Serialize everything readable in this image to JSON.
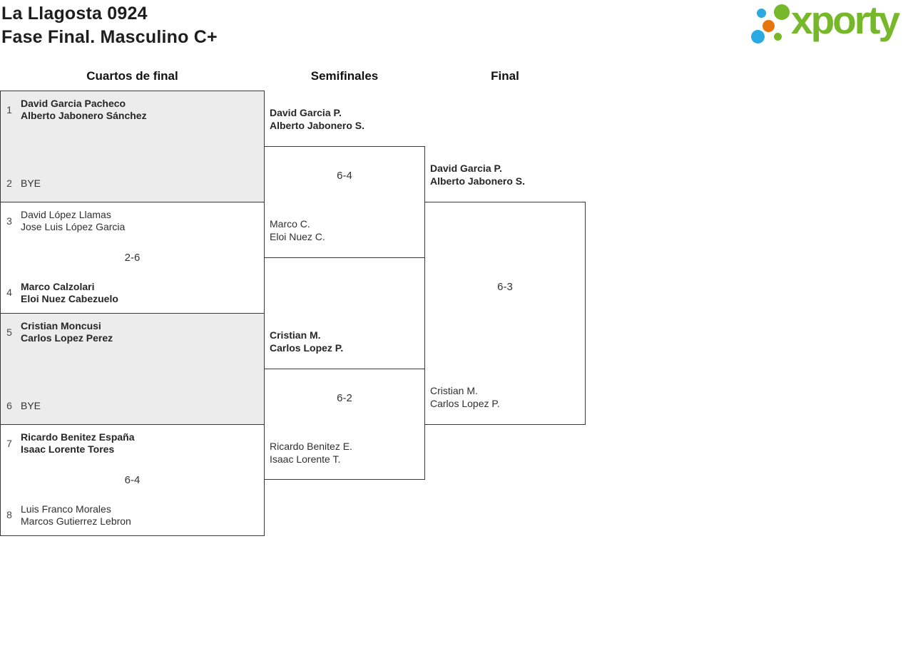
{
  "header": {
    "title_line1": "La Llagosta 0924",
    "title_line2": "Fase Final. Masculino C+",
    "logo_text": "xporty"
  },
  "colors": {
    "logo_green": "#76b82a",
    "logo_blue": "#29abe2",
    "logo_orange": "#e8740e",
    "box_shaded": "#ececec",
    "box_border": "#383838"
  },
  "columns": [
    {
      "label": "Cuartos de final"
    },
    {
      "label": "Semifinales"
    },
    {
      "label": "Final"
    }
  ],
  "qf": [
    {
      "top": {
        "seed": "1",
        "line1": "David Garcia Pacheco",
        "line2": "Alberto Jabonero Sánchez",
        "winner": true
      },
      "score": "",
      "bottom": {
        "seed": "2",
        "line1": "BYE",
        "line2": "",
        "winner": false
      }
    },
    {
      "top": {
        "seed": "3",
        "line1": "David López Llamas",
        "line2": "Jose Luis López Garcia",
        "winner": false
      },
      "score": "2-6",
      "bottom": {
        "seed": "4",
        "line1": "Marco Calzolari",
        "line2": "Eloi Nuez Cabezuelo",
        "winner": true
      }
    },
    {
      "top": {
        "seed": "5",
        "line1": "Cristian Moncusi",
        "line2": "Carlos Lopez Perez",
        "winner": true
      },
      "score": "",
      "bottom": {
        "seed": "6",
        "line1": "BYE",
        "line2": "",
        "winner": false
      }
    },
    {
      "top": {
        "seed": "7",
        "line1": "Ricardo Benitez España",
        "line2": "Isaac Lorente Tores",
        "winner": true
      },
      "score": "6-4",
      "bottom": {
        "seed": "8",
        "line1": "Luis Franco Morales",
        "line2": "Marcos Gutierrez Lebron",
        "winner": false
      }
    }
  ],
  "sf": [
    {
      "top": {
        "line1": "David Garcia P.",
        "line2": "Alberto Jabonero S.",
        "winner": true
      },
      "score": "6-4",
      "bottom": {
        "line1": "Marco C.",
        "line2": "Eloi Nuez C.",
        "winner": false
      }
    },
    {
      "top": {
        "line1": "Cristian M.",
        "line2": "Carlos Lopez P.",
        "winner": true
      },
      "score": "6-2",
      "bottom": {
        "line1": "Ricardo Benitez E.",
        "line2": "Isaac Lorente T.",
        "winner": false
      }
    }
  ],
  "final": {
    "top": {
      "line1": "David Garcia P.",
      "line2": "Alberto Jabonero S.",
      "winner": true
    },
    "score": "6-3",
    "bottom": {
      "line1": "Cristian M.",
      "line2": "Carlos Lopez P.",
      "winner": false
    }
  }
}
